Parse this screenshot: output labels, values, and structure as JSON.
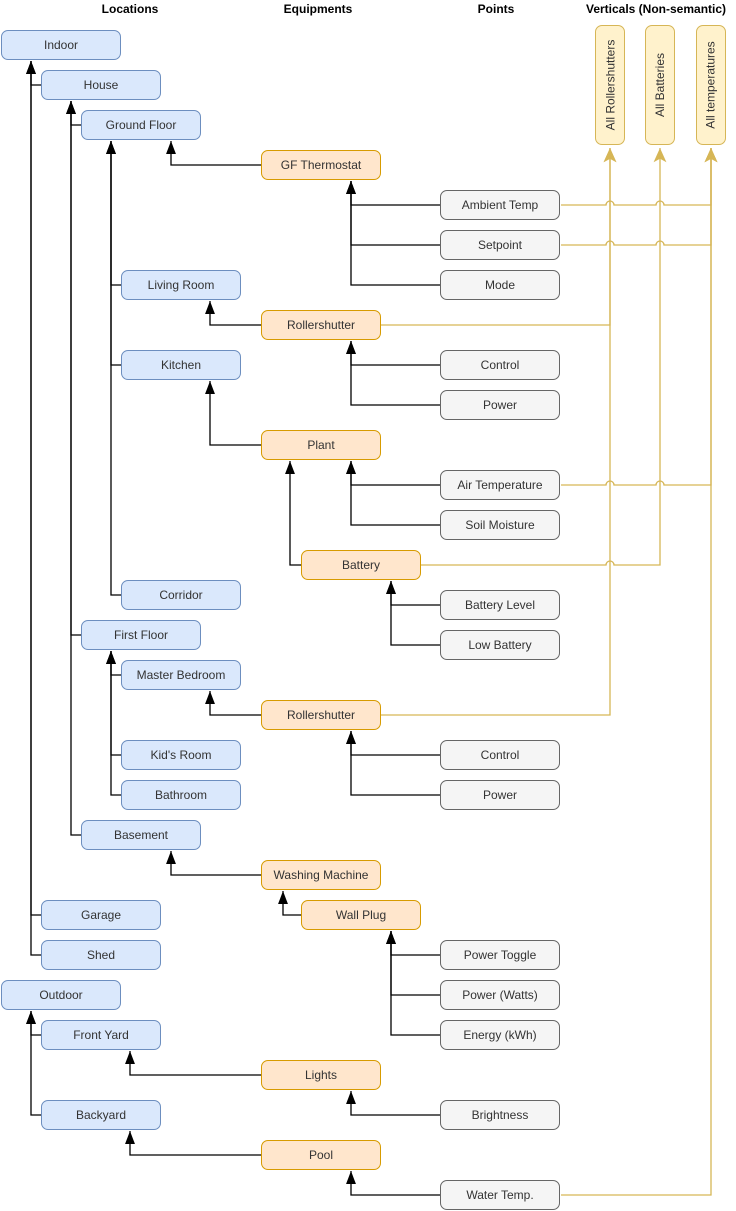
{
  "diagram": {
    "headers": {
      "locations": "Locations",
      "equipments": "Equipments",
      "points": "Points",
      "verticals": "Verticals (Non-semantic)"
    },
    "nodes": {
      "indoor": {
        "label": "Indoor",
        "type": "location"
      },
      "house": {
        "label": "House",
        "type": "location"
      },
      "ground_floor": {
        "label": "Ground Floor",
        "type": "location"
      },
      "living_room": {
        "label": "Living Room",
        "type": "location"
      },
      "kitchen": {
        "label": "Kitchen",
        "type": "location"
      },
      "corridor": {
        "label": "Corridor",
        "type": "location"
      },
      "first_floor": {
        "label": "First Floor",
        "type": "location"
      },
      "master_bedroom": {
        "label": "Master Bedroom",
        "type": "location"
      },
      "kids_room": {
        "label": "Kid's Room",
        "type": "location"
      },
      "bathroom": {
        "label": "Bathroom",
        "type": "location"
      },
      "basement": {
        "label": "Basement",
        "type": "location"
      },
      "garage": {
        "label": "Garage",
        "type": "location"
      },
      "shed": {
        "label": "Shed",
        "type": "location"
      },
      "outdoor": {
        "label": "Outdoor",
        "type": "location"
      },
      "front_yard": {
        "label": "Front Yard",
        "type": "location"
      },
      "backyard": {
        "label": "Backyard",
        "type": "location"
      },
      "gf_thermostat": {
        "label": "GF Thermostat",
        "type": "equipment"
      },
      "rollershutter_gf": {
        "label": "Rollershutter",
        "type": "equipment"
      },
      "plant": {
        "label": "Plant",
        "type": "equipment"
      },
      "battery": {
        "label": "Battery",
        "type": "equipment"
      },
      "rollershutter_mb": {
        "label": "Rollershutter",
        "type": "equipment"
      },
      "washing_machine": {
        "label": "Washing Machine",
        "type": "equipment"
      },
      "wall_plug": {
        "label": "Wall Plug",
        "type": "equipment"
      },
      "lights": {
        "label": "Lights",
        "type": "equipment"
      },
      "pool": {
        "label": "Pool",
        "type": "equipment"
      },
      "ambient_temp": {
        "label": "Ambient Temp",
        "type": "point"
      },
      "setpoint": {
        "label": "Setpoint",
        "type": "point"
      },
      "mode": {
        "label": "Mode",
        "type": "point"
      },
      "control_gf": {
        "label": "Control",
        "type": "point"
      },
      "power_gf": {
        "label": "Power",
        "type": "point"
      },
      "air_temperature": {
        "label": "Air Temperature",
        "type": "point"
      },
      "soil_moisture": {
        "label": "Soil Moisture",
        "type": "point"
      },
      "battery_level": {
        "label": "Battery Level",
        "type": "point"
      },
      "low_battery": {
        "label": "Low Battery",
        "type": "point"
      },
      "control_mb": {
        "label": "Control",
        "type": "point"
      },
      "power_mb": {
        "label": "Power",
        "type": "point"
      },
      "power_toggle": {
        "label": "Power Toggle",
        "type": "point"
      },
      "power_watts": {
        "label": "Power (Watts)",
        "type": "point"
      },
      "energy_kwh": {
        "label": "Energy (kWh)",
        "type": "point"
      },
      "brightness": {
        "label": "Brightness",
        "type": "point"
      },
      "water_temp": {
        "label": "Water Temp.",
        "type": "point"
      },
      "all_rollershutters": {
        "label": "All Rollershutters",
        "type": "vertical"
      },
      "all_batteries": {
        "label": "All Batteries",
        "type": "vertical"
      },
      "all_temperatures": {
        "label": "All temperatures",
        "type": "vertical"
      }
    },
    "edges": {
      "semantic": [
        {
          "from": "house",
          "to": "indoor"
        },
        {
          "from": "garage",
          "to": "indoor"
        },
        {
          "from": "shed",
          "to": "indoor"
        },
        {
          "from": "ground_floor",
          "to": "house"
        },
        {
          "from": "first_floor",
          "to": "house"
        },
        {
          "from": "basement",
          "to": "house"
        },
        {
          "from": "living_room",
          "to": "ground_floor"
        },
        {
          "from": "kitchen",
          "to": "ground_floor"
        },
        {
          "from": "corridor",
          "to": "ground_floor"
        },
        {
          "from": "master_bedroom",
          "to": "first_floor"
        },
        {
          "from": "kids_room",
          "to": "first_floor"
        },
        {
          "from": "bathroom",
          "to": "first_floor"
        },
        {
          "from": "front_yard",
          "to": "outdoor"
        },
        {
          "from": "backyard",
          "to": "outdoor"
        },
        {
          "from": "gf_thermostat",
          "to": "ground_floor"
        },
        {
          "from": "rollershutter_gf",
          "to": "living_room"
        },
        {
          "from": "plant",
          "to": "kitchen"
        },
        {
          "from": "battery",
          "to": "plant"
        },
        {
          "from": "rollershutter_mb",
          "to": "master_bedroom"
        },
        {
          "from": "washing_machine",
          "to": "basement"
        },
        {
          "from": "wall_plug",
          "to": "washing_machine"
        },
        {
          "from": "lights",
          "to": "front_yard"
        },
        {
          "from": "pool",
          "to": "backyard"
        },
        {
          "from": "ambient_temp",
          "to": "gf_thermostat"
        },
        {
          "from": "setpoint",
          "to": "gf_thermostat"
        },
        {
          "from": "mode",
          "to": "gf_thermostat"
        },
        {
          "from": "control_gf",
          "to": "rollershutter_gf"
        },
        {
          "from": "power_gf",
          "to": "rollershutter_gf"
        },
        {
          "from": "air_temperature",
          "to": "plant"
        },
        {
          "from": "soil_moisture",
          "to": "plant"
        },
        {
          "from": "battery_level",
          "to": "battery"
        },
        {
          "from": "low_battery",
          "to": "battery"
        },
        {
          "from": "control_mb",
          "to": "rollershutter_mb"
        },
        {
          "from": "power_mb",
          "to": "rollershutter_mb"
        },
        {
          "from": "power_toggle",
          "to": "wall_plug"
        },
        {
          "from": "power_watts",
          "to": "wall_plug"
        },
        {
          "from": "energy_kwh",
          "to": "wall_plug"
        },
        {
          "from": "brightness",
          "to": "lights"
        },
        {
          "from": "water_temp",
          "to": "pool"
        }
      ],
      "vertical": [
        {
          "from": "rollershutter_gf",
          "to": "all_rollershutters"
        },
        {
          "from": "rollershutter_mb",
          "to": "all_rollershutters"
        },
        {
          "from": "battery",
          "to": "all_batteries"
        },
        {
          "from": "ambient_temp",
          "to": "all_temperatures"
        },
        {
          "from": "setpoint",
          "to": "all_temperatures"
        },
        {
          "from": "air_temperature",
          "to": "all_temperatures"
        },
        {
          "from": "water_temp",
          "to": "all_temperatures"
        }
      ]
    },
    "colors": {
      "location_fill": "#dae8fc",
      "location_stroke": "#6c8ebf",
      "equipment_fill": "#ffe6cc",
      "equipment_stroke": "#d79b00",
      "point_fill": "#f5f5f5",
      "point_stroke": "#666666",
      "vertical_fill": "#fff2cc",
      "vertical_stroke": "#d6b656",
      "edge_semantic": "#000000",
      "edge_vertical": "#d6b656",
      "label_text": "#333333",
      "header_text": "#000000",
      "background": "#ffffff"
    }
  }
}
